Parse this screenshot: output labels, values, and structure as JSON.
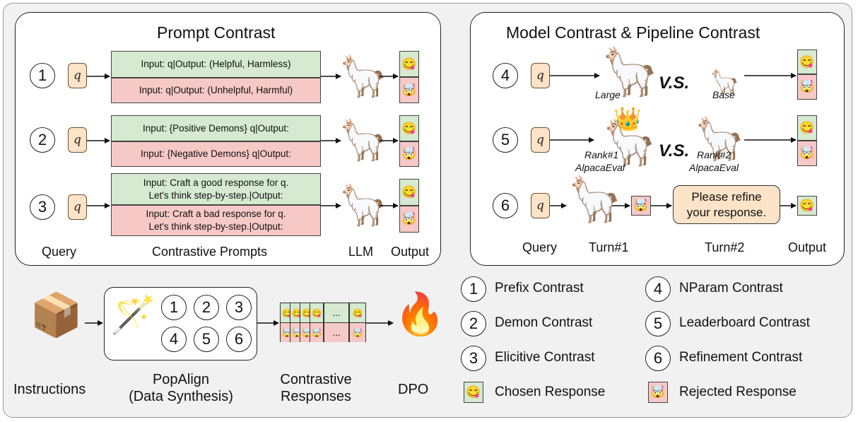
{
  "panels": {
    "prompt_title": "Prompt Contrast",
    "model_title": "Model Contrast & Pipeline Contrast"
  },
  "rows": [
    {
      "num": "1",
      "q": "q",
      "pos": "Input: q|Output: (Helpful, Harmless)",
      "neg": "Input: q|Output: (Unhelpful, Harmful)"
    },
    {
      "num": "2",
      "q": "q",
      "pos": "Input: {Positive Demons} q|Output:",
      "neg": "Input: {Negative Demons} q|Output:"
    },
    {
      "num": "3",
      "q": "q",
      "pos_line1": "Input: Craft a good response for q.",
      "pos_line2": "Let's think step-by-step.|Output:",
      "neg_line1": "Input: Craft a bad response for q.",
      "neg_line2": "Let's think step-by-step.|Output:"
    }
  ],
  "left_footer": {
    "query": "Query",
    "prompts": "Contrastive Prompts",
    "llm": "LLM",
    "output": "Output"
  },
  "model_rows": {
    "r4": {
      "num": "4",
      "q": "q",
      "large": "Large",
      "vs": "V.S.",
      "base": "Base"
    },
    "r5": {
      "num": "5",
      "q": "q",
      "rank1_a": "Rank#1",
      "rank1_b": "AlpacaEval",
      "vs": "V.S.",
      "rank2_a": "Rank#2",
      "rank2_b": "AlpacaEval"
    },
    "r6": {
      "num": "6",
      "q": "q",
      "refine_line1": "Please refine",
      "refine_line2": "your response."
    }
  },
  "right_footer": {
    "query": "Query",
    "turn1": "Turn#1",
    "turn2": "Turn#2",
    "output": "Output"
  },
  "pipeline": {
    "instructions": "Instructions",
    "popalign_line1": "PopAlign",
    "popalign_line2": "(Data Synthesis)",
    "nums": [
      "1",
      "2",
      "3",
      "4",
      "5",
      "6"
    ],
    "responses_line1": "Contrastive",
    "responses_line2": "Responses",
    "dots": "...",
    "dpo": "DPO"
  },
  "legend": [
    {
      "num": "1",
      "label": "Prefix Contrast"
    },
    {
      "num": "4",
      "label": "NParam Contrast"
    },
    {
      "num": "2",
      "label": "Demon Contrast"
    },
    {
      "num": "5",
      "label": "Leaderboard Contrast"
    },
    {
      "num": "3",
      "label": "Elicitive Contrast"
    },
    {
      "num": "6",
      "label": "Refinement Contrast"
    },
    {
      "label": "Chosen Response"
    },
    {
      "label": "Rejected Response"
    }
  ],
  "icons": {
    "chosen": "😋",
    "rejected": "🤯",
    "llama": "🦙",
    "crown": "👑",
    "box": "📦",
    "wand": "🪄",
    "fire": "🔥"
  },
  "colors": {
    "chosen_bg": "#d5ead0",
    "rejected_bg": "#f6c9c7",
    "query_bg": "#fde3c8"
  }
}
